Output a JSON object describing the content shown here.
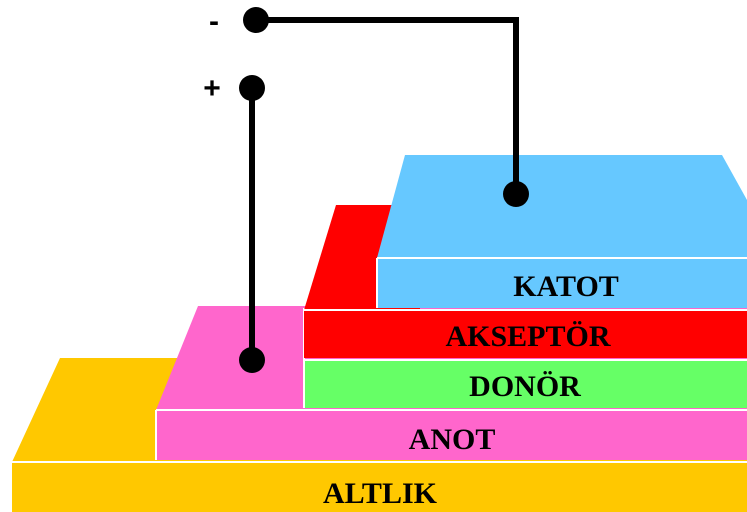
{
  "layers": [
    {
      "id": "altlik",
      "label": "ALTLIK",
      "color": "#ffc800"
    },
    {
      "id": "anot",
      "label": "ANOT",
      "color": "#ff66cc"
    },
    {
      "id": "donor",
      "label": "DONÖR",
      "color": "#66ff66"
    },
    {
      "id": "akseptor",
      "label": "AKSEPTÖR",
      "color": "#ff0000"
    },
    {
      "id": "katot",
      "label": "KATOT",
      "color": "#66c8ff"
    }
  ],
  "terminals": {
    "negative": {
      "sign": "-",
      "connects_to": "katot"
    },
    "positive": {
      "sign": "+",
      "connects_to": "anot"
    }
  },
  "wire_color": "#000000"
}
